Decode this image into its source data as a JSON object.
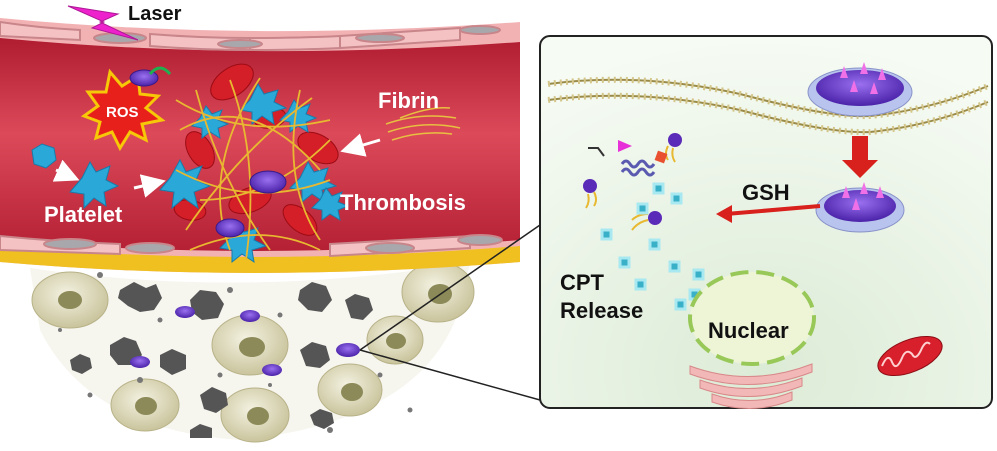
{
  "labels": {
    "laser": "Laser",
    "ros": "ROS",
    "fibrin": "Fibrin",
    "platelet": "Platelet",
    "thrombosis": "Thrombosis",
    "gsh": "GSH",
    "cpt_line1": "CPT",
    "cpt_line2": "Release",
    "nuclear": "Nuclear"
  },
  "colors": {
    "blood_dark": "#a8182c",
    "blood_mid": "#d63a4c",
    "blood_light": "#ee8a94",
    "vessel_wall": "#f2b2b4",
    "platelet": "#2aa8d8",
    "fibrin": "#e8b830",
    "red_cell": "#d41e28",
    "nanoparticle": "#6a3ac8",
    "laser": "#ee22cc",
    "ros": "#e8201c",
    "panel_bg": "#e9f3e6",
    "membrane": "#b8a866",
    "arrow_red": "#d8201c",
    "nucleus": "#98c858",
    "cpt_drug": "#38b0c8"
  },
  "icons": [
    "laser-bolt-icon",
    "ros-burst-icon",
    "gsh-arrow-icon",
    "mitochondrion-icon"
  ]
}
